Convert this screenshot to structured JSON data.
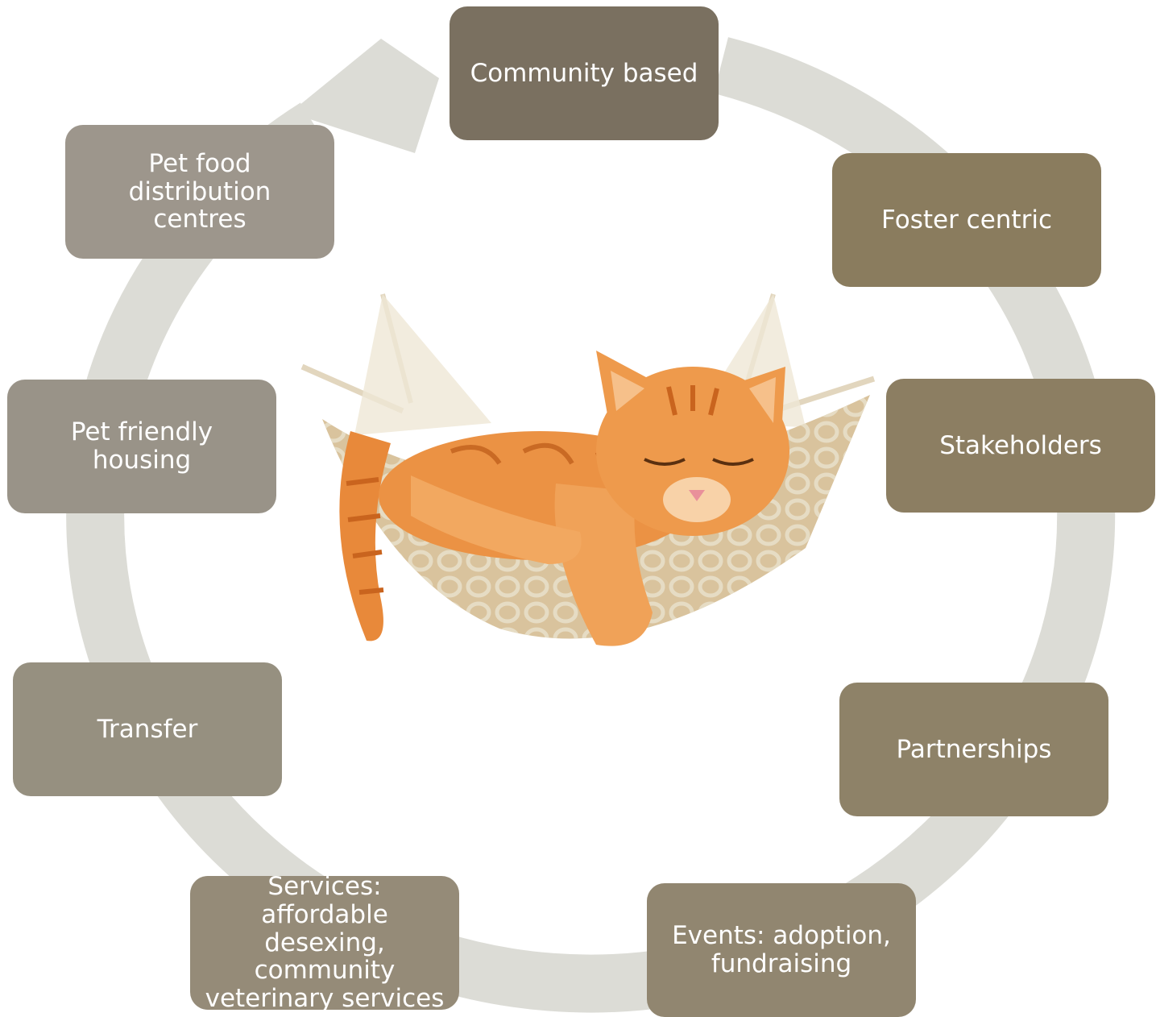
{
  "diagram": {
    "nodes": [
      {
        "id": "community",
        "label": "Community based",
        "color": "#7a7060"
      },
      {
        "id": "foster",
        "label": "Foster centric",
        "color": "#8a7c5e"
      },
      {
        "id": "stakeholders",
        "label": "Stakeholders",
        "color": "#8c7e62"
      },
      {
        "id": "partnerships",
        "label": "Partnerships",
        "color": "#8e8268"
      },
      {
        "id": "events",
        "label": "Events: adoption,\nfundraising",
        "color": "#918670"
      },
      {
        "id": "services",
        "label": "Services: affordable\ndesexing, community\nveterinary services",
        "color": "#958b78"
      },
      {
        "id": "transfer",
        "label": "Transfer",
        "color": "#969080"
      },
      {
        "id": "housing",
        "label": "Pet friendly housing",
        "color": "#999388"
      },
      {
        "id": "food",
        "label": "Pet food distribution\ncentres",
        "color": "#9d968c"
      }
    ],
    "ring_color": "#dcdcd6",
    "image": "sleeping-kitten-in-hammock"
  }
}
